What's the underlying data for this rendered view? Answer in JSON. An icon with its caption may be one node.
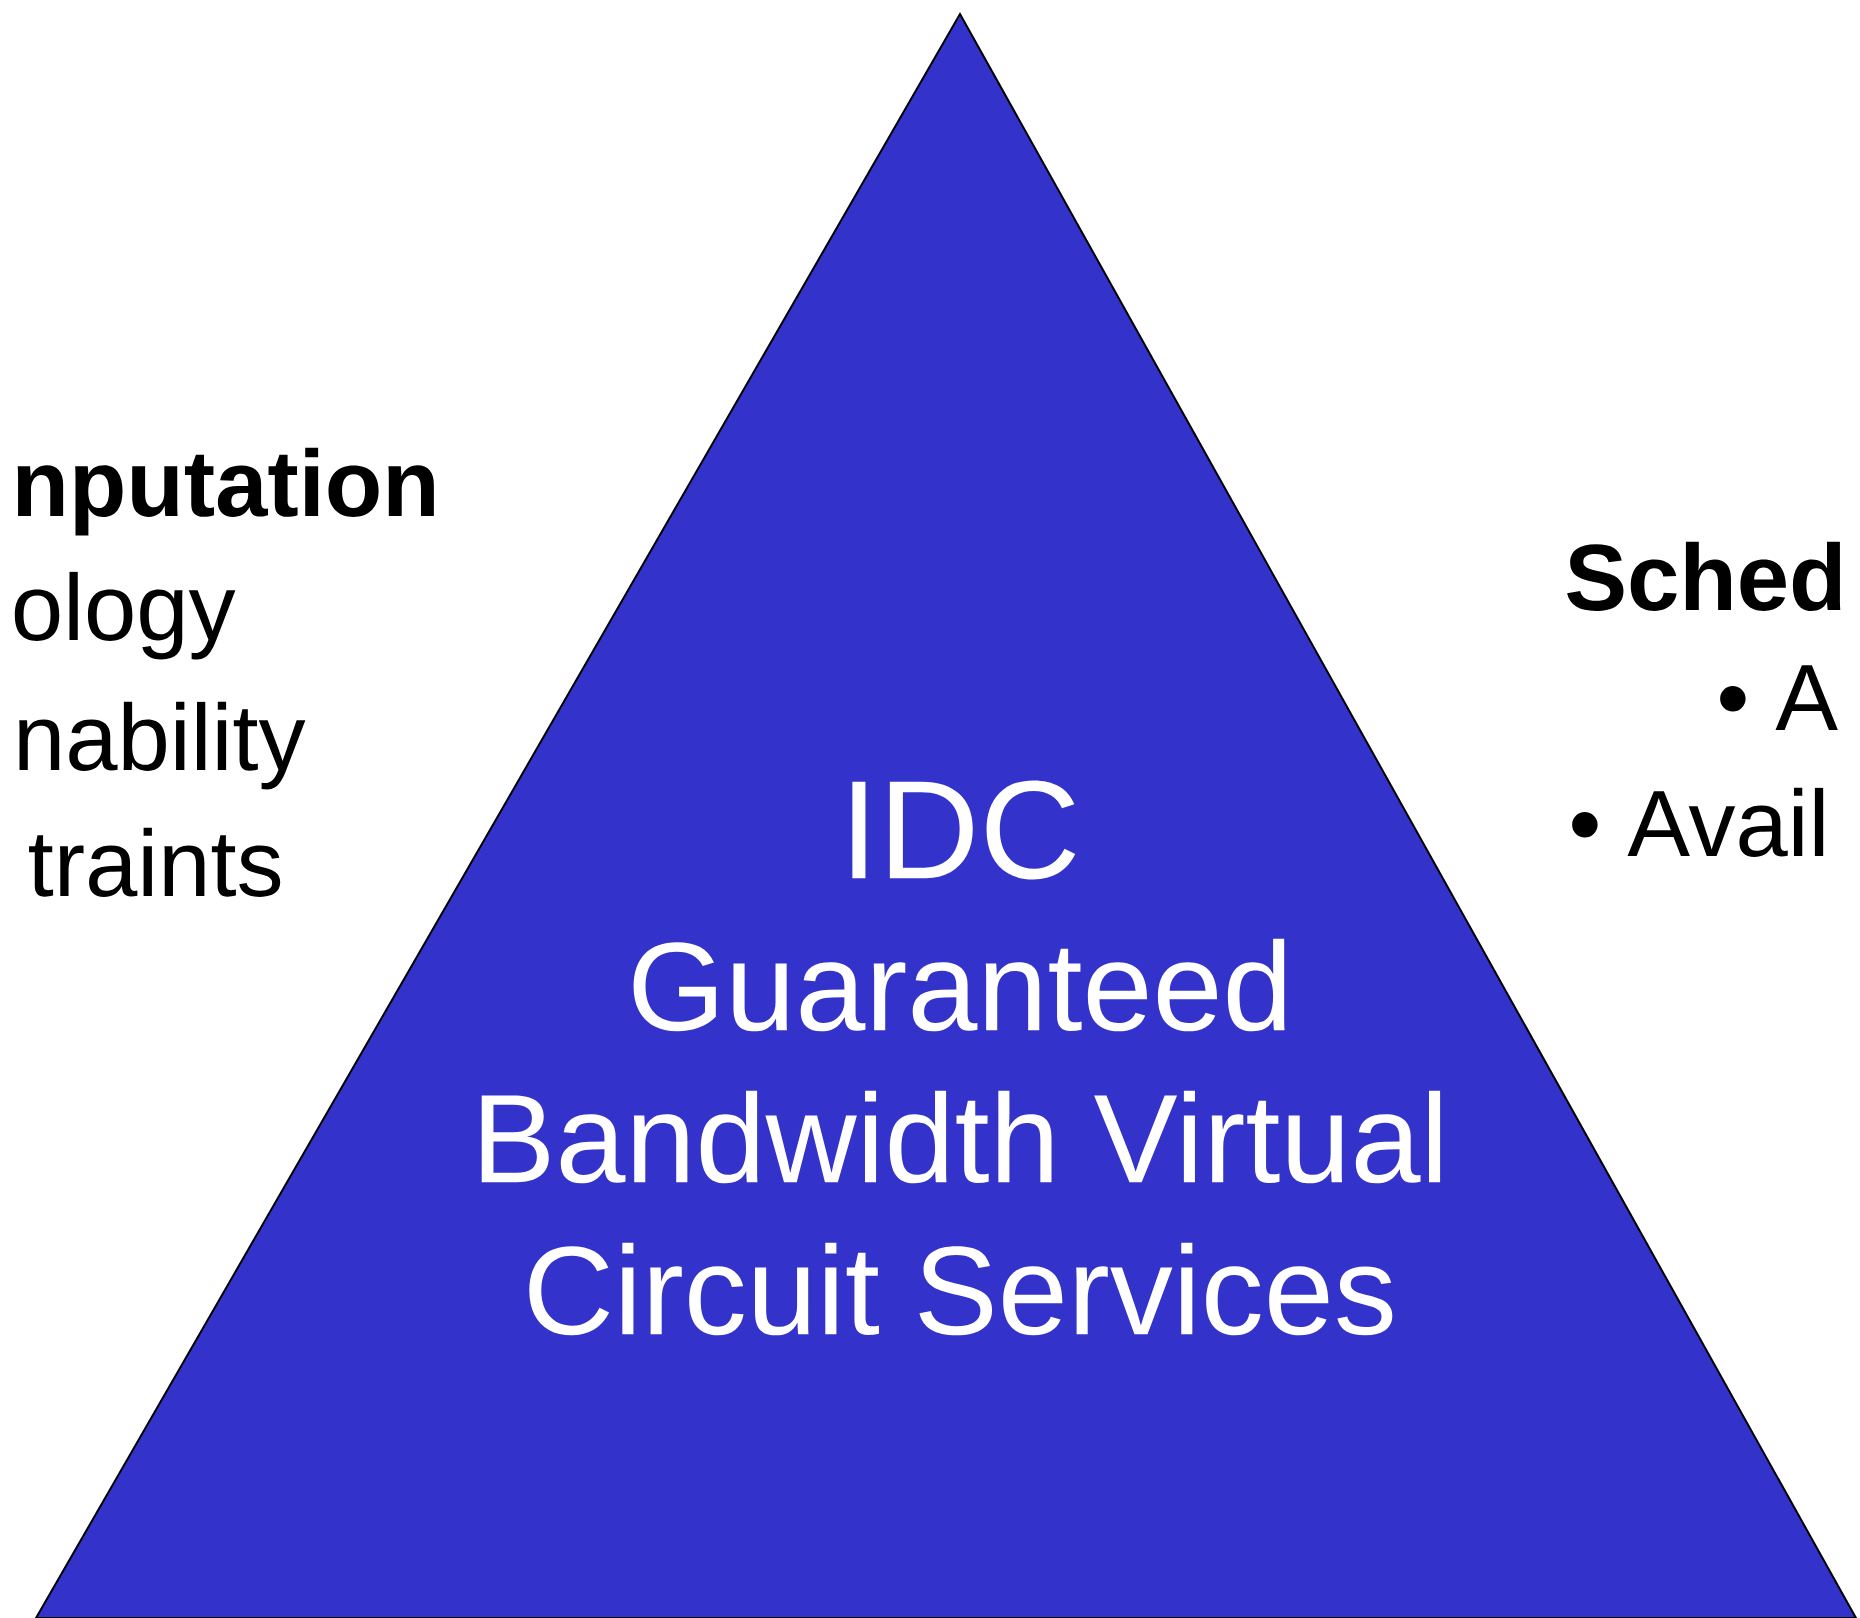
{
  "diagram": {
    "nodes": [
      {
        "text": [
          "IDC",
          "Guaranteed Bandwidth Virtual Circuit Services"
        ]
      }
    ],
    "labels": [
      "nputation",
      "ology",
      "nability",
      "traints",
      "Sched",
      "• A",
      "• Avail"
    ]
  }
}
